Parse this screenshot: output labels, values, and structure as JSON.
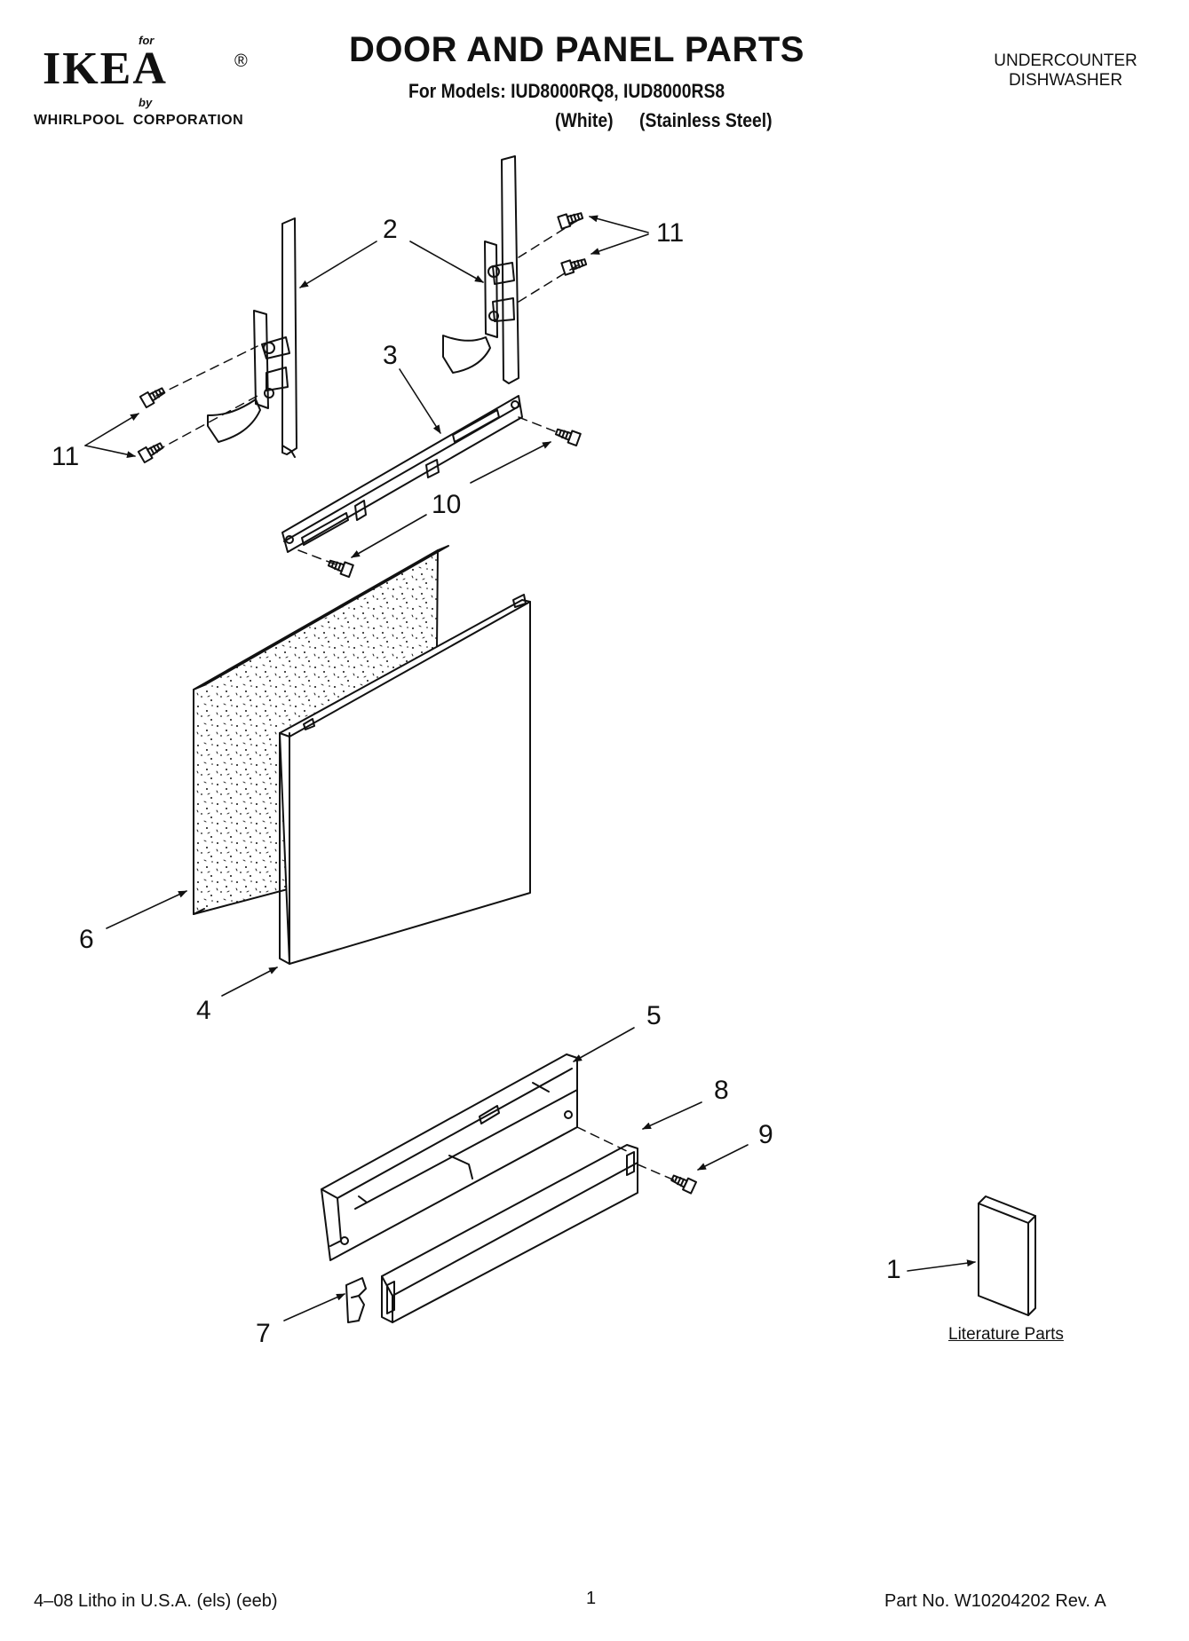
{
  "header": {
    "logo": {
      "for_text": "for",
      "brand": "IKEA",
      "registered": "®",
      "by_text": "by",
      "corporation": "WHIRLPOOL  CORPORATION"
    },
    "title": "DOOR AND PANEL PARTS",
    "models_line": "For Models: IUD8000RQ8, IUD8000RS8",
    "finish_white": "(White)",
    "finish_stainless": "(Stainless Steel)",
    "category_line1": "UNDERCOUNTER",
    "category_line2": "DISHWASHER"
  },
  "diagram": {
    "callouts": {
      "c2": "2",
      "c11_top": "11",
      "c3": "3",
      "c11_left": "11",
      "c10": "10",
      "c6": "6",
      "c4": "4",
      "c5": "5",
      "c8": "8",
      "c9": "9",
      "c1": "1",
      "c7": "7"
    },
    "literature_label": "Literature Parts"
  },
  "footer": {
    "litho": "4–08 Litho in U.S.A. (els) (eeb)",
    "page_number": "1",
    "part_number": "Part No. W10204202 Rev. A"
  },
  "colors": {
    "ink": "#111111",
    "paper": "#ffffff"
  }
}
